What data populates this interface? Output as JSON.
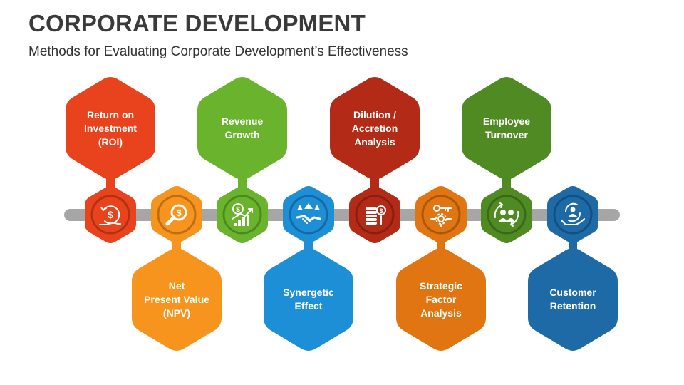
{
  "header": {
    "title": "CORPORATE DEVELOPMENT",
    "subtitle": "Methods for Evaluating Corporate Development’s Effectiveness"
  },
  "methods": [
    {
      "lines": [
        "Return on",
        "Investment",
        "(ROI)"
      ],
      "color": "#e8431c",
      "position": "top",
      "icon": "dollar-cycle-hand-icon"
    },
    {
      "lines": [
        "Net",
        "Present Value",
        "(NPV)"
      ],
      "color": "#f7941d",
      "position": "bottom",
      "icon": "magnifier-dollar-icon"
    },
    {
      "lines": [
        "Revenue",
        "Growth"
      ],
      "color": "#6ab42d",
      "position": "top",
      "icon": "growth-chart-icon"
    },
    {
      "lines": [
        "Synergetic",
        "Effect"
      ],
      "color": "#1d8fd6",
      "position": "bottom",
      "icon": "handshake-arrows-icon"
    },
    {
      "lines": [
        "Dilution /",
        "Accretion",
        "Analysis"
      ],
      "color": "#b32a17",
      "position": "top",
      "icon": "coin-stack-icon"
    },
    {
      "lines": [
        "Strategic",
        "Factor",
        "Analysis"
      ],
      "color": "#e07511",
      "position": "bottom",
      "icon": "key-gear-icon"
    },
    {
      "lines": [
        "Employee",
        "Turnover"
      ],
      "color": "#4f8a23",
      "position": "top",
      "icon": "people-cycle-icon"
    },
    {
      "lines": [
        "Customer",
        "Retention"
      ],
      "color": "#1e6aa6",
      "position": "bottom",
      "icon": "hand-person-cycle-icon"
    }
  ]
}
